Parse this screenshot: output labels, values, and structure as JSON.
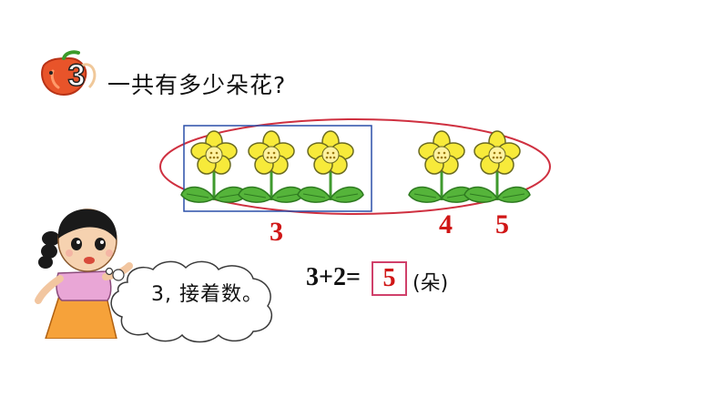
{
  "problem": {
    "number": "3",
    "question": "一共有多少朵花?"
  },
  "flowers": {
    "group_in_box": 3,
    "group_outside": 2,
    "label_box": "3",
    "count_labels": [
      "4",
      "5"
    ]
  },
  "equation": {
    "expression": "3+2=",
    "answer": "5",
    "unit": "(朵)"
  },
  "speech_bubble": {
    "text": "3, 接着数。"
  },
  "colors": {
    "accent_red": "#d01616",
    "box_blue": "#2a4fa8",
    "ellipse_red": "#cf3040",
    "answer_box_pink": "#d0406a",
    "petal_yellow": "#f7ea3a",
    "leaf_green": "#3f9a2e"
  }
}
